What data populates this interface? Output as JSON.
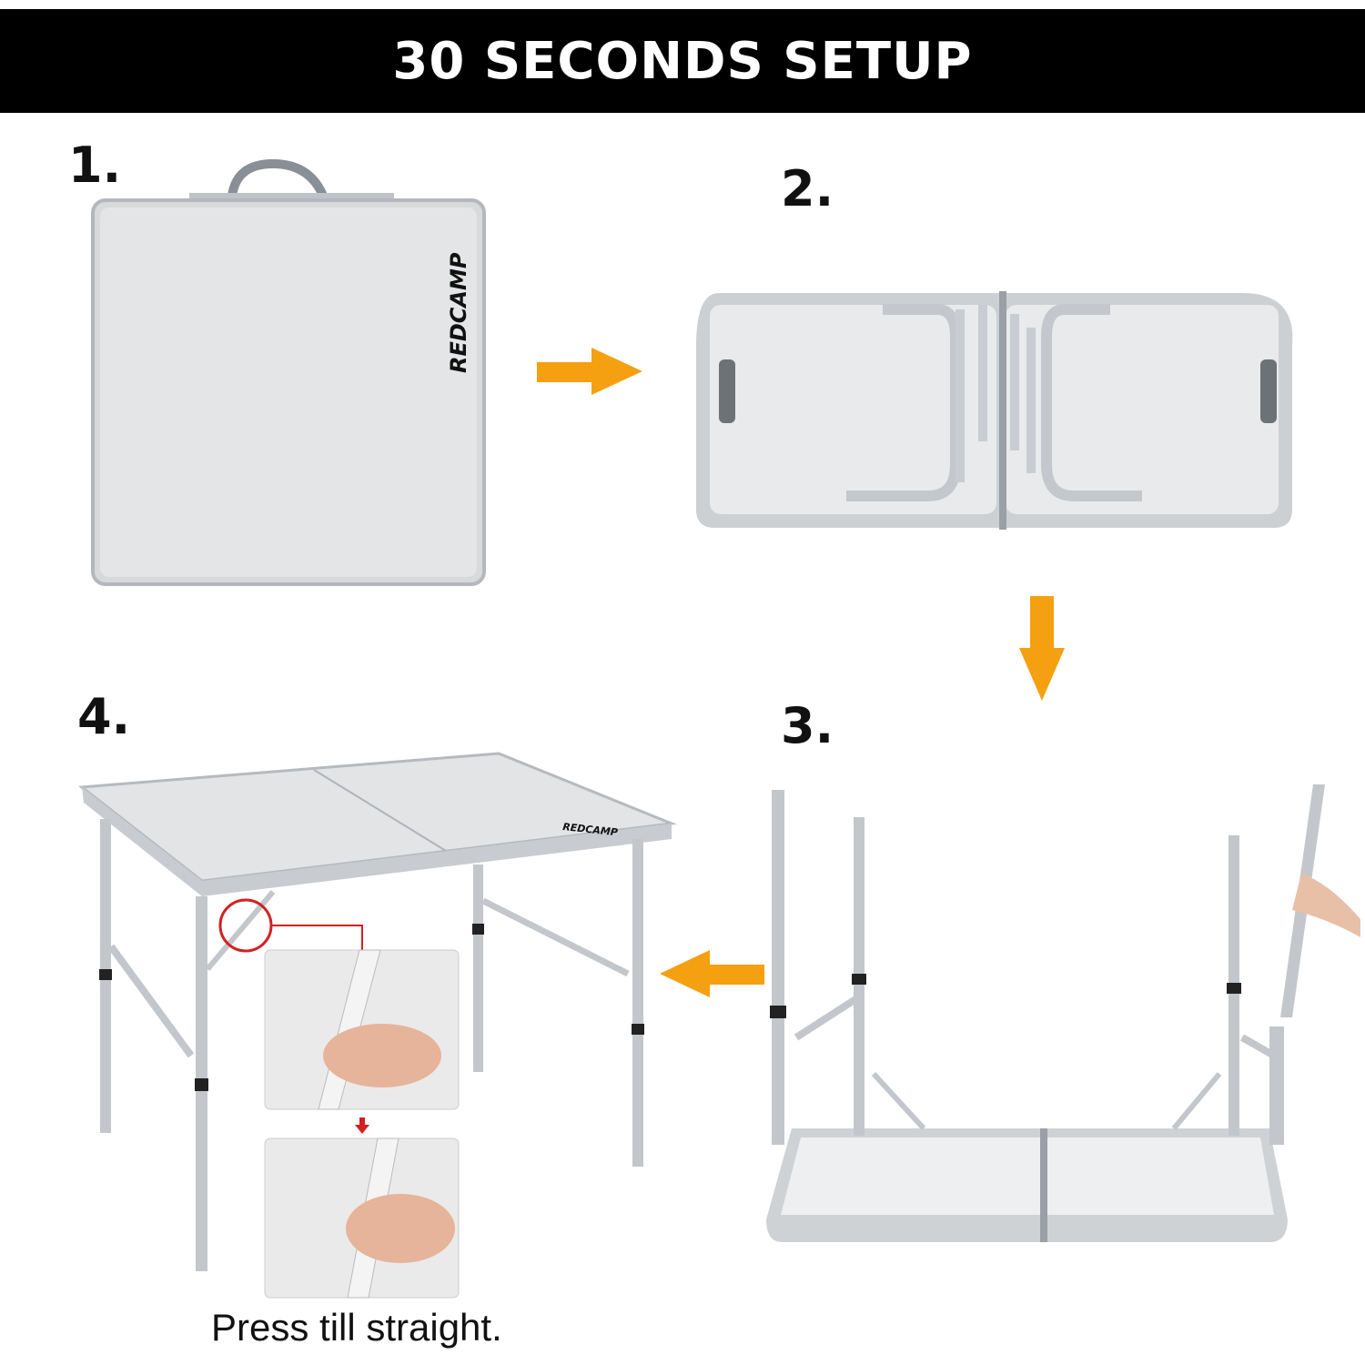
{
  "header": {
    "title": "30 SECONDS SETUP"
  },
  "steps": [
    {
      "number": "1."
    },
    {
      "number": "2."
    },
    {
      "number": "3."
    },
    {
      "number": "4."
    }
  ],
  "brand_logo": "REDCAMP",
  "caption": "Press till straight.",
  "colors": {
    "arrow": "#f5a010",
    "header_bg": "#000000",
    "highlight_circle": "#d42020"
  }
}
